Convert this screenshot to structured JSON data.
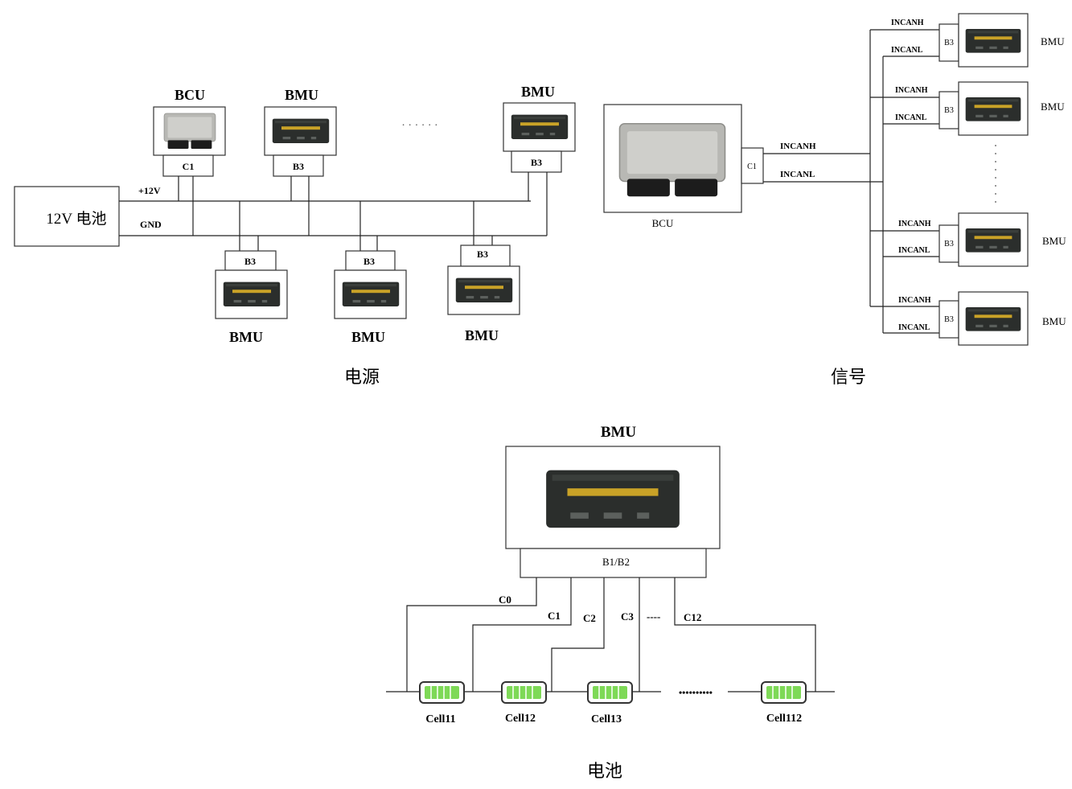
{
  "power_panel": {
    "battery_label": "12V 电池",
    "plus_label": "+12V",
    "gnd_label": "GND",
    "bcu_title": "BCU",
    "bcu_connector": "C1",
    "bmu_title": "BMU",
    "bmu_connector": "B3",
    "ellipsis": "· · · · · ·",
    "caption": "电源"
  },
  "signal_panel": {
    "bcu_label": "BCU",
    "bcu_connector": "C1",
    "can_high": "INCANH",
    "can_low": "INCANL",
    "bmu_connector": "B3",
    "bmu_label": "BMU",
    "caption": "信号"
  },
  "battery_panel": {
    "bmu_title": "BMU",
    "connector": "B1/B2",
    "taps": [
      "C0",
      "C1",
      "C2",
      "C3",
      "----",
      "C12"
    ],
    "cells": [
      "Cell11",
      "Cell12",
      "Cell13",
      "Cell112"
    ],
    "dots": "••••••••••",
    "caption": "电池"
  },
  "colors": {
    "module_body": "#2b2e2c",
    "module_stripe": "#c9a227",
    "cell_fill": "#7ed957",
    "bcu_metal": "#b8b8b4"
  }
}
